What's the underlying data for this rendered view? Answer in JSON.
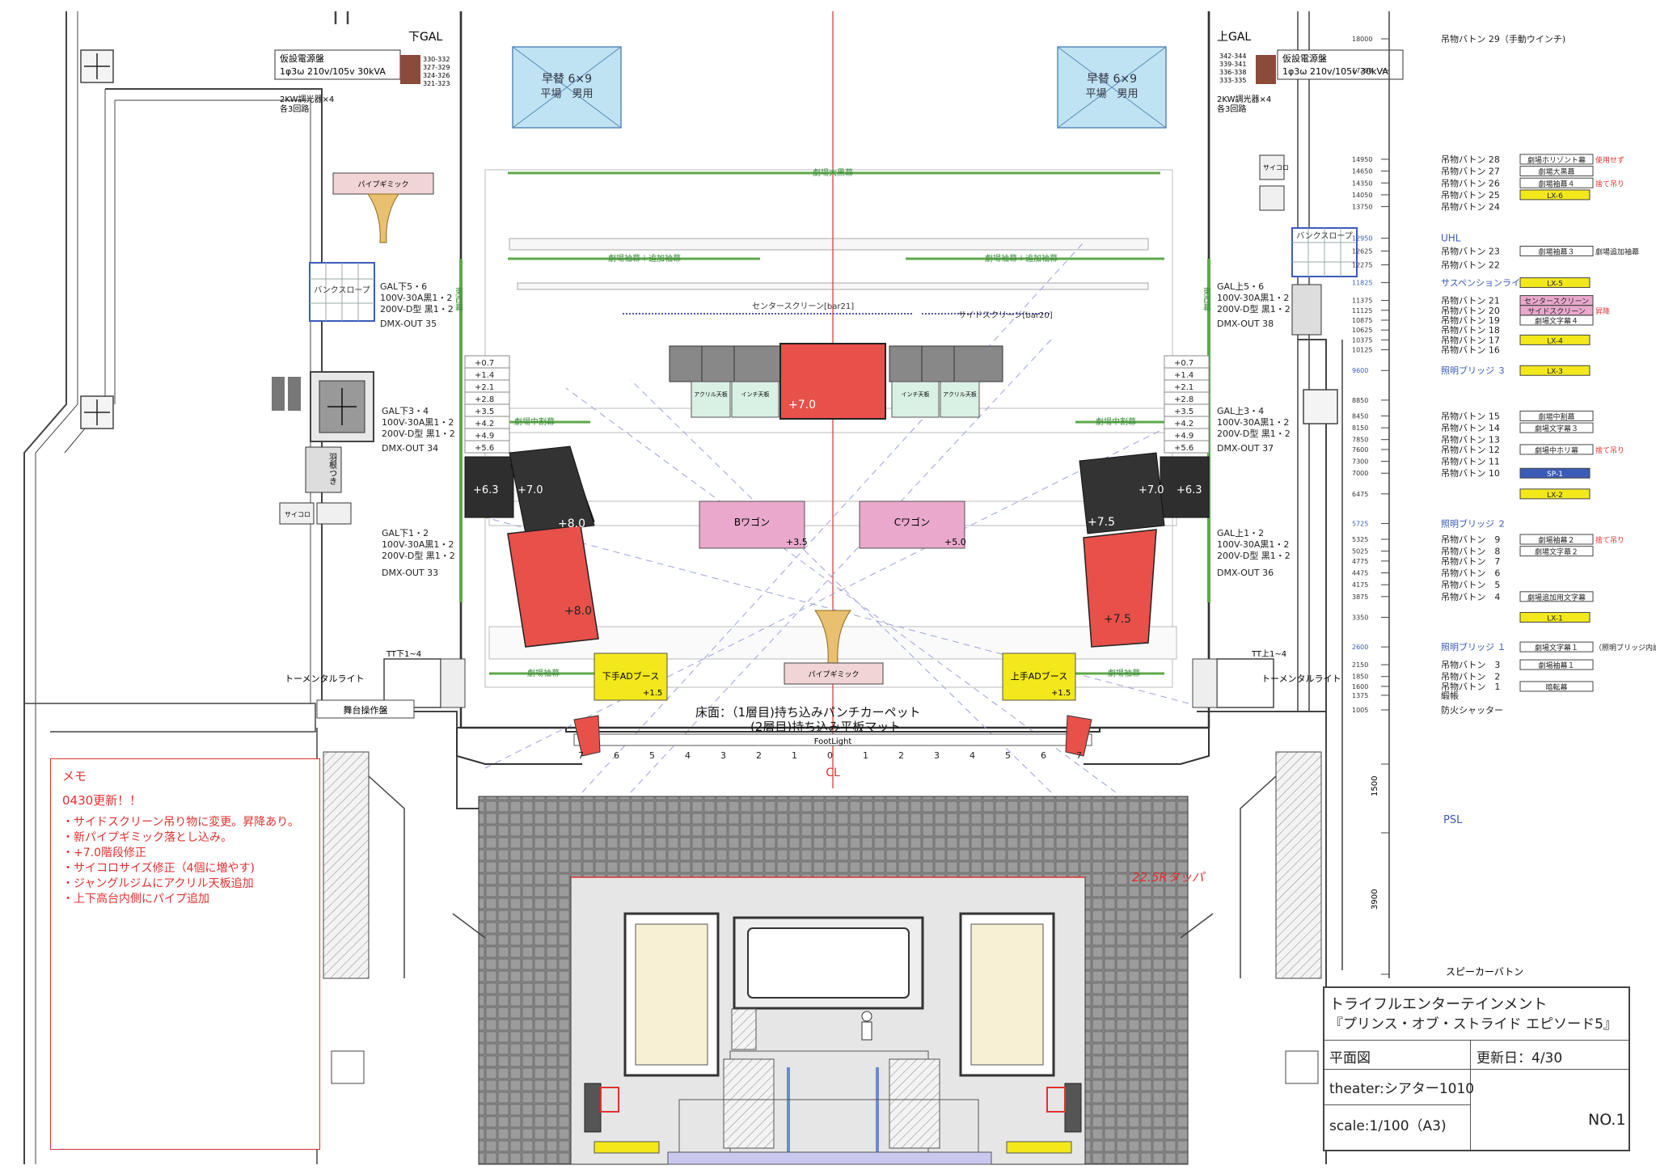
{
  "labels": {
    "sr_gal": "下GAL",
    "sl_gal": "上GAL",
    "temp_power": "仮設電源盤",
    "temp_power_spec": "1φ3ω 210v/105v 30kVA",
    "dimmer": "2KW調光器×4",
    "dimmer_sub": "各3回路",
    "circuits_l": [
      "330-332",
      "327-329",
      "324-326",
      "321-323"
    ],
    "circuits_r": [
      "342-344",
      "339-341",
      "336-338",
      "333-335"
    ],
    "quick_change": "早替 6×9",
    "quick_change_sub": "平場　男用",
    "pipe_gimmick": "パイプギミック",
    "bank_slope": "バンクスロープ",
    "hane": "羽根つき",
    "saikoro": "サイコロ",
    "gal_l_56": "GAL下5・6",
    "gal_l_34": "GAL下3・4",
    "gal_l_12": "GAL下1・2",
    "gal_r_56": "GAL上5・6",
    "gal_r_34": "GAL上3・4",
    "gal_r_12": "GAL上1・2",
    "spec_100": "100V-30A黒1・2",
    "spec_200": "200V-D型 黒1・2",
    "dmx35": "DMX-OUT 35",
    "dmx34": "DMX-OUT 34",
    "dmx33": "DMX-OUT 33",
    "dmx38": "DMX-OUT 38",
    "dmx37": "DMX-OUT 37",
    "dmx36": "DMX-OUT 36",
    "tt_l": "TT下1~4",
    "tt_r": "TT上1~4",
    "tormental": "トーメンタルライト",
    "stage_panel": "舞台操作盤",
    "back_curtain": "劇場大黒幕",
    "wing_add": "劇場袖幕＋追加袖幕",
    "center_screen": "センタースクリーン[bar21]",
    "side_screen": "サイドスクリーン[bar20]",
    "mid_wing": "劇場中割幕",
    "wing": "劇場袖幕",
    "higashi": "東西幕",
    "acrylic": "アクリル天板",
    "inch": "インチ天板",
    "b_wagon": "Bワゴン",
    "c_wagon": "Cワゴン",
    "ad_l": "下手ADブース",
    "ad_r": "上手ADブース",
    "floor1": "床面：（1層目)持ち込みパンチカーペット",
    "floor2": "(2層目)持ち込み平板マット",
    "footlight": "FootLight",
    "cl": "CL",
    "tappa": "22.5Rタッパ",
    "ground_levels": [
      "+7.0",
      "+8.0",
      "+6.3",
      "+7.5",
      "+3.5",
      "+5.0",
      "+1.5"
    ],
    "step_levels": [
      "+0.7",
      "+1.4",
      "+2.1",
      "+2.8",
      "+3.5",
      "+4.2",
      "+4.9",
      "+5.6"
    ],
    "foot_nums": [
      "7",
      "6",
      "5",
      "4",
      "3",
      "2",
      "1",
      "0",
      "1",
      "2",
      "3",
      "4",
      "5",
      "6",
      "7"
    ]
  },
  "battens": [
    {
      "y": "18000",
      "name": "吊物バトン 29（手動ウインチ)",
      "tag": "",
      "tag_type": "",
      "note": ""
    },
    {
      "y": "17200",
      "name": "",
      "tag": "",
      "tag_type": "",
      "note": ""
    },
    {
      "y": "14950",
      "name": "吊物バトン 28",
      "tag": "劇場ホリゾント幕",
      "tag_type": "plain",
      "note": "使用せず"
    },
    {
      "y": "14650",
      "name": "吊物バトン 27",
      "tag": "劇場大黒幕",
      "tag_type": "plain",
      "note": ""
    },
    {
      "y": "14350",
      "name": "吊物バトン 26",
      "tag": "劇場袖幕４",
      "tag_type": "plain",
      "note": "捨て吊り"
    },
    {
      "y": "14050",
      "name": "吊物バトン 25",
      "tag": "LX-6",
      "tag_type": "yellow",
      "note": ""
    },
    {
      "y": "13750",
      "name": "吊物バトン 24",
      "tag": "",
      "tag_type": "",
      "note": ""
    },
    {
      "y": "12950",
      "name": "UHL",
      "tag": "",
      "tag_type": "blue",
      "note": ""
    },
    {
      "y": "12625",
      "name": "吊物バトン 23",
      "tag": "劇場袖幕３",
      "tag_type": "plain",
      "note": "劇場追加袖幕"
    },
    {
      "y": "12275",
      "name": "吊物バトン 22",
      "tag": "",
      "tag_type": "",
      "note": ""
    },
    {
      "y": "11825",
      "name": "サスペンションライト",
      "tag": "LX-5",
      "tag_type": "yellow",
      "note": ""
    },
    {
      "y": "11375",
      "name": "吊物バトン 21",
      "tag": "センタースクリーン",
      "tag_type": "pink",
      "note": ""
    },
    {
      "y": "11125",
      "name": "吊物バトン 20",
      "tag": "サイドスクリーン",
      "tag_type": "pink",
      "note": "昇降"
    },
    {
      "y": "10875",
      "name": "吊物バトン 19",
      "tag": "劇場文字幕４",
      "tag_type": "plain",
      "note": ""
    },
    {
      "y": "10625",
      "name": "吊物バトン 18",
      "tag": "",
      "tag_type": "",
      "note": ""
    },
    {
      "y": "10375",
      "name": "吊物バトン 17",
      "tag": "LX-4",
      "tag_type": "yellow",
      "note": ""
    },
    {
      "y": "10125",
      "name": "吊物バトン 16",
      "tag": "",
      "tag_type": "",
      "note": ""
    },
    {
      "y": "9600",
      "name": "照明ブリッジ ３",
      "tag": "LX-3",
      "tag_type": "yellow",
      "note": ""
    },
    {
      "y": "8850",
      "name": "",
      "tag": "",
      "tag_type": "",
      "note": ""
    },
    {
      "y": "8450",
      "name": "吊物バトン 15",
      "tag": "劇場中割幕",
      "tag_type": "plain",
      "note": ""
    },
    {
      "y": "8150",
      "name": "吊物バトン 14",
      "tag": "劇場文字幕３",
      "tag_type": "plain",
      "note": ""
    },
    {
      "y": "7850",
      "name": "吊物バトン 13",
      "tag": "",
      "tag_type": "",
      "note": ""
    },
    {
      "y": "7600",
      "name": "吊物バトン 12",
      "tag": "劇場中ホリ幕",
      "tag_type": "plain",
      "note": "捨て吊り"
    },
    {
      "y": "7300",
      "name": "吊物バトン 11",
      "tag": "",
      "tag_type": "",
      "note": ""
    },
    {
      "y": "7000",
      "name": "吊物バトン 10",
      "tag": "SP-1",
      "tag_type": "navy",
      "note": ""
    },
    {
      "y": "6475",
      "name": "",
      "tag": "LX-2",
      "tag_type": "yellow",
      "note": ""
    },
    {
      "y": "5725",
      "name": "照明ブリッジ ２",
      "tag": "",
      "tag_type": "",
      "note": ""
    },
    {
      "y": "5325",
      "name": "吊物バトン　9",
      "tag": "劇場袖幕２",
      "tag_type": "plain",
      "note": "捨て吊り"
    },
    {
      "y": "5025",
      "name": "吊物バトン　8",
      "tag": "劇場文字幕２",
      "tag_type": "plain",
      "note": ""
    },
    {
      "y": "4775",
      "name": "吊物バトン　7",
      "tag": "",
      "tag_type": "",
      "note": ""
    },
    {
      "y": "4475",
      "name": "吊物バトン　6",
      "tag": "",
      "tag_type": "",
      "note": ""
    },
    {
      "y": "4175",
      "name": "吊物バトン　5",
      "tag": "",
      "tag_type": "",
      "note": ""
    },
    {
      "y": "3875",
      "name": "吊物バトン　4",
      "tag": "劇場追加用文字幕",
      "tag_type": "plain",
      "note": ""
    },
    {
      "y": "3350",
      "name": "",
      "tag": "LX-1",
      "tag_type": "yellow",
      "note": ""
    },
    {
      "y": "2600",
      "name": "照明ブリッジ １",
      "tag": "劇場文字幕１",
      "tag_type": "plain",
      "note": "（照明ブリッジ内設)"
    },
    {
      "y": "2150",
      "name": "吊物バトン　3",
      "tag": "劇場袖幕１",
      "tag_type": "plain",
      "note": ""
    },
    {
      "y": "1850",
      "name": "吊物バトン　2",
      "tag": "",
      "tag_type": "",
      "note": ""
    },
    {
      "y": "1600",
      "name": "吊物バトン　1",
      "tag": "暗転幕",
      "tag_type": "plain",
      "note": ""
    },
    {
      "y": "1375",
      "name": "緞帳",
      "tag": "",
      "tag_type": "",
      "note": ""
    },
    {
      "y": "1005",
      "name": "防火シャッター",
      "tag": "",
      "tag_type": "",
      "note": ""
    }
  ],
  "right_extra": {
    "psl": "PSL",
    "dim_1500": "1500",
    "dim_3900": "3900",
    "speaker": "スピーカーバトン"
  },
  "memo": {
    "title": "メモ",
    "update": "0430更新！！",
    "items": [
      "・サイドスクリーン吊り物に変更。昇降あり。",
      "・新パイプギミック落とし込み。",
      "・+7.0階段修正",
      "・サイコロサイズ修正（4個に増やす)",
      "・ジャングルジムにアクリル天板追加",
      "・上下高台内側にパイプ追加"
    ]
  },
  "titleblock": {
    "company": "トライフルエンターテインメント",
    "show": "『プリンス・オブ・ストライド エピソード5』",
    "drawing": "平面図",
    "updated": "更新日：4/30",
    "theater": "theater:シアター1010",
    "scale": "scale:1/100（A3)",
    "number": "NO.1"
  },
  "colors": {
    "green": "#5ea84a",
    "red": "#e8504a",
    "pink": "#e9a8cc",
    "yellow": "#f2e81c",
    "lightblue": "#bfe3f2",
    "dark": "#3a3a3a",
    "gray": "#8a8a8a",
    "blue": "#3b5bb8"
  }
}
